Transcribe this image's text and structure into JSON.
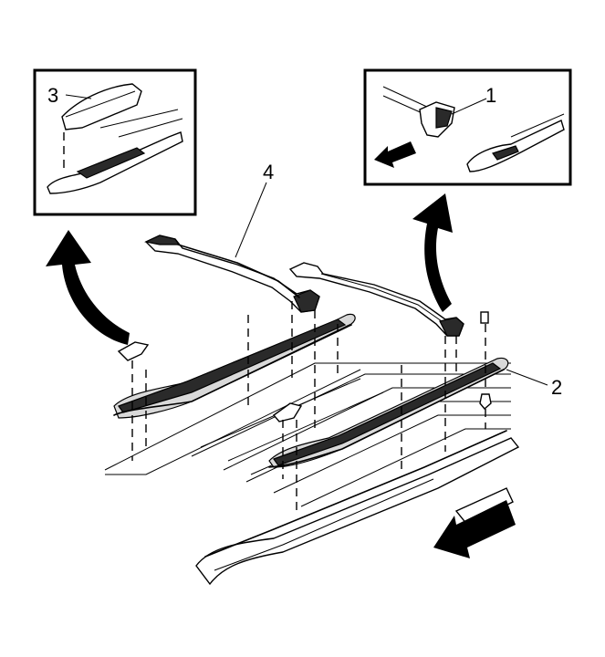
{
  "callouts": {
    "c1": "1",
    "c2": "2",
    "c3": "3",
    "c4": "4"
  },
  "colors": {
    "line": "#000000",
    "background": "#ffffff",
    "part_fill": "#2a2a2a",
    "part_grey": "#d9d9d9"
  },
  "icons": {
    "direction_arrow": "front-direction-arrow-icon",
    "detail_arrow_left": "curved-arrow-up-left-icon",
    "detail_arrow_right": "curved-arrow-up-right-icon"
  }
}
